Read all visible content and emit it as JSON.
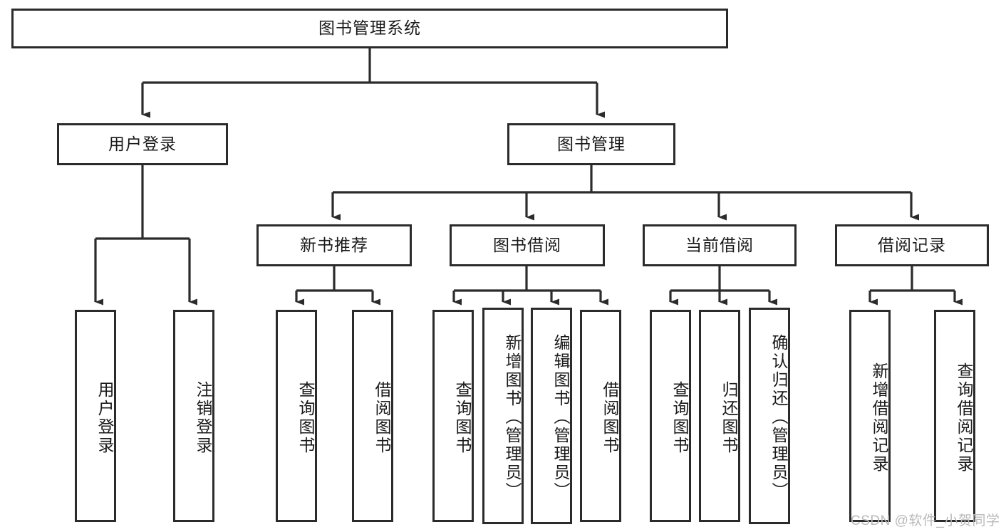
{
  "diagram": {
    "type": "hierarchy-tree",
    "title": "图书管理系统",
    "line_color": "#2b2b2b",
    "box_fill": "#ffffff",
    "text_color": "#1a1a1a",
    "root": {
      "label": "图书管理系统",
      "children": [
        {
          "label": "用户登录",
          "children": [
            {
              "label": "用户登录"
            },
            {
              "label": "注销登录"
            }
          ]
        },
        {
          "label": "图书管理",
          "children": [
            {
              "label": "新书推荐",
              "children": [
                {
                  "label": "查询图书"
                },
                {
                  "label": "借阅图书"
                }
              ]
            },
            {
              "label": "图书借阅",
              "children": [
                {
                  "label": "查询图书"
                },
                {
                  "label": "新增图书（管理员）"
                },
                {
                  "label": "编辑图书（管理员）"
                },
                {
                  "label": "借阅图书"
                }
              ]
            },
            {
              "label": "当前借阅",
              "children": [
                {
                  "label": "查询图书"
                },
                {
                  "label": "归还图书"
                },
                {
                  "label": "确认归还（管理员）"
                }
              ]
            },
            {
              "label": "借阅记录",
              "children": [
                {
                  "label": "新增借阅记录"
                },
                {
                  "label": "查询借阅记录"
                }
              ]
            }
          ]
        }
      ]
    }
  },
  "watermark": {
    "text": "CSDN @软件_小贺同学",
    "color": "#b9b9b9"
  },
  "nodes": {
    "root": "图书管理系统",
    "user_login": "用户登录",
    "book_manage": "图书管理",
    "user_login_1": "用户登录",
    "user_login_2": "注销登录",
    "new_book_rec": "新书推荐",
    "new_book_rec_1": "查询图书",
    "new_book_rec_2": "借阅图书",
    "book_borrow": "图书借阅",
    "book_borrow_1": "查询图书",
    "book_borrow_2": "新增图书（管理员）",
    "book_borrow_3": "编辑图书（管理员）",
    "book_borrow_4": "借阅图书",
    "current_borrow": "当前借阅",
    "current_borrow_1": "查询图书",
    "current_borrow_2": "归还图书",
    "current_borrow_3": "确认归还（管理员）",
    "borrow_record": "借阅记录",
    "borrow_record_1": "新增借阅记录",
    "borrow_record_2": "查询借阅记录"
  }
}
